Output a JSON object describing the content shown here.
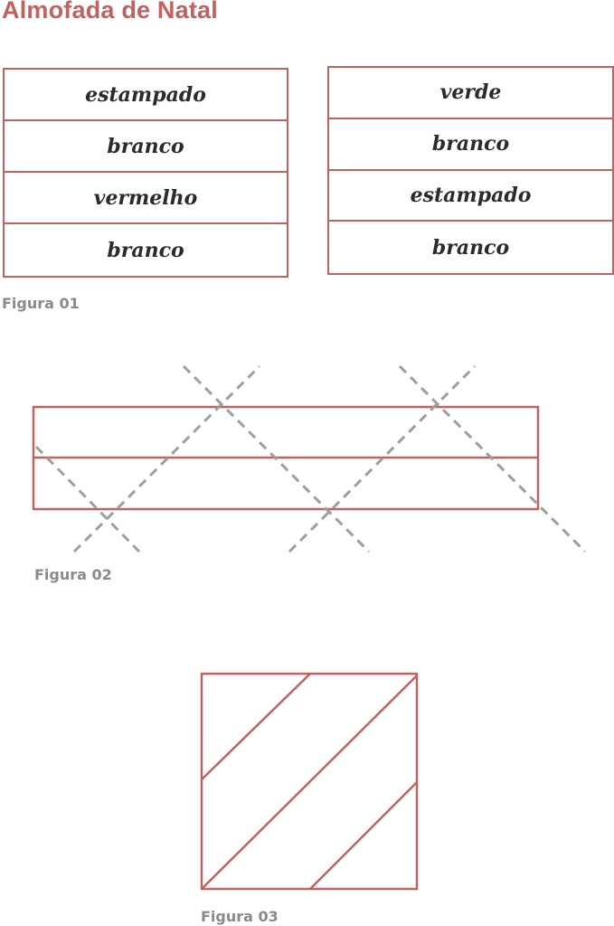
{
  "title": "Almofada de Natal",
  "figure1": {
    "left_strips": [
      "estampado",
      "branco",
      "vermelho",
      "branco"
    ],
    "right_strips": [
      "verde",
      "branco",
      "estampado",
      "branco"
    ],
    "caption": "Figura 01"
  },
  "figure2": {
    "caption": "Figura 02"
  },
  "figure3": {
    "caption": "Figura 03"
  },
  "colors": {
    "outline": "#c0625f",
    "cut_line": "#9e9e9e",
    "caption": "#8a8a8a",
    "label": "#2b2b2b"
  }
}
